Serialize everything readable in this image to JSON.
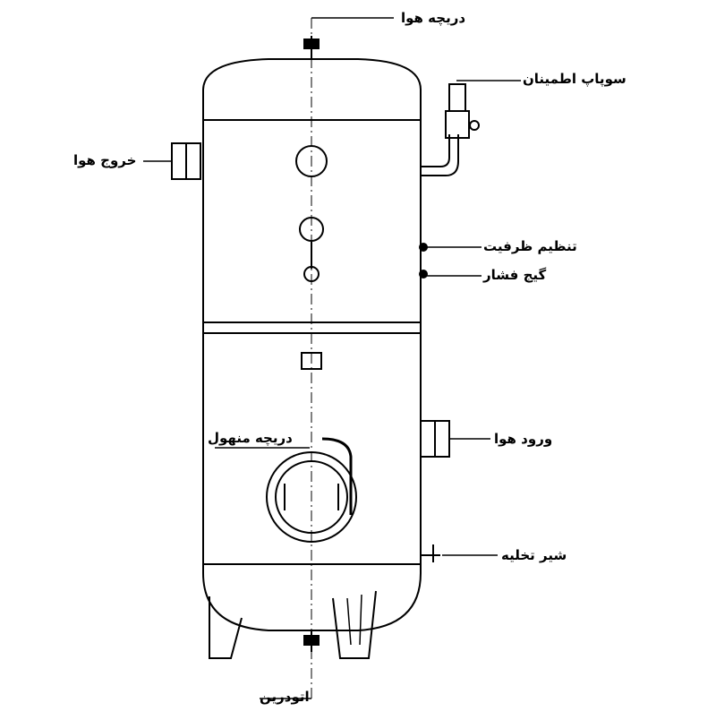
{
  "diagram": {
    "labels": {
      "air_valve_top": "دریچه هوا",
      "safety_valve": "سوپاپ اطمینان",
      "air_outlet": "خروج هوا",
      "capacity_control": "تنظیم ظرفیت",
      "pressure_gauge": "گیج فشار",
      "air_inlet": "ورود هوا",
      "manhole_door": "دریچه منهول",
      "drain_valve": "شیر تخلیه",
      "autodrain": "اتودرین"
    }
  }
}
